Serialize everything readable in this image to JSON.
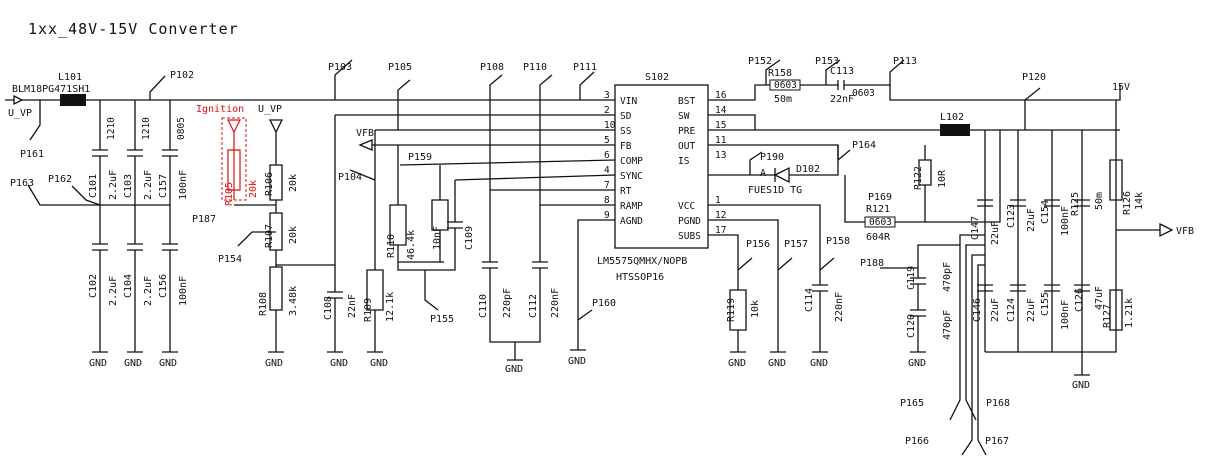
{
  "title": "1xx_48V-15V Converter",
  "ic": {
    "name": "S102",
    "part": "LM5575QMHX/NOPB",
    "package": "HTSSOP16",
    "left_pins": [
      {
        "num": "3",
        "name": "VIN"
      },
      {
        "num": "2",
        "name": "SD"
      },
      {
        "num": "10",
        "name": "SS"
      },
      {
        "num": "5",
        "name": "FB"
      },
      {
        "num": "6",
        "name": "COMP"
      },
      {
        "num": "4",
        "name": "SYNC"
      },
      {
        "num": "7",
        "name": "RT"
      },
      {
        "num": "8",
        "name": "RAMP"
      },
      {
        "num": "9",
        "name": "AGND"
      }
    ],
    "right_pins": [
      {
        "num": "16",
        "name": "BST"
      },
      {
        "num": "14",
        "name": "SW"
      },
      {
        "num": "15",
        "name": "PRE"
      },
      {
        "num": "11",
        "name": "OUT"
      },
      {
        "num": "13",
        "name": "IS"
      },
      {
        "num": "1",
        "name": "VCC"
      },
      {
        "num": "12",
        "name": "PGND"
      },
      {
        "num": "17",
        "name": "SUBS"
      }
    ]
  },
  "nets": {
    "u_vp": "U_VP",
    "vfb": "VFB",
    "out15": "15V",
    "gnd": "GND",
    "ignition": "Ignition"
  },
  "inductors": {
    "l101": "L101",
    "l101_part": "BLM18PG471SH1",
    "l102": "L102"
  },
  "diode": {
    "ref": "D102",
    "part": "FUES1D TG",
    "anode": "A"
  },
  "test_points": [
    "P102",
    "P103",
    "P105",
    "P108",
    "P110",
    "P111",
    "P152",
    "P153",
    "P113",
    "P120",
    "P161",
    "P163",
    "P162",
    "P187",
    "P154",
    "P104",
    "P159",
    "P155",
    "P160",
    "P156",
    "P157",
    "P158",
    "P190",
    "P164",
    "P169",
    "P188",
    "P165",
    "P168",
    "P166",
    "P167"
  ],
  "components": {
    "c101": "C101",
    "c101v": "2.2uF",
    "c103": "C103",
    "c103v": "2.2uF",
    "c157": "C157",
    "c157v": "100nF",
    "c102": "C102",
    "c102v": "2.2uF",
    "c104": "C104",
    "c104v": "2.2uF",
    "c156": "C156",
    "c156v": "100nF",
    "r105": "R105",
    "r105v": "20k",
    "r106": "R106",
    "r106v": "20k",
    "r107": "R107",
    "r107v": "20k",
    "r108": "R108",
    "r108v": "3.48k",
    "c108": "C108",
    "c108v": "22nF",
    "r109": "R109",
    "r109v": "12.1k",
    "r110": "R110",
    "r110v": "46.4k",
    "c109": "C109",
    "c109v": "10nF",
    "c110": "C110",
    "c110v": "220pF",
    "c112": "C112",
    "c112v": "220nF",
    "r158": "R158",
    "r158v": "50m",
    "c113": "C113",
    "c113v": "22nF",
    "r119": "R119",
    "r119v": "10k",
    "c114": "C114",
    "c114v": "220nF",
    "r122": "R122",
    "r122v": "10R",
    "r121": "R121",
    "r121v": "604R",
    "c119": "C119",
    "c119v": "470pF",
    "c120": "C120",
    "c120v": "470pF",
    "c147": "C147",
    "c147v": "22uF",
    "c123": "C123",
    "c123v": "22uF",
    "c154": "C154",
    "c154v": "100nF",
    "r125": "R125",
    "r125v": "50m",
    "r126": "R126",
    "r126v": "14k",
    "c146": "C146",
    "c146v": "22uF",
    "c124": "C124",
    "c124v": "22uF",
    "c155": "C155",
    "c155v": "100nF",
    "c126": "C126",
    "c126v": "47uF",
    "r127": "R127",
    "r127v": "1.21k"
  },
  "pkg": {
    "p1210": "1210",
    "p0603": "0603",
    "p0805": "0805"
  }
}
